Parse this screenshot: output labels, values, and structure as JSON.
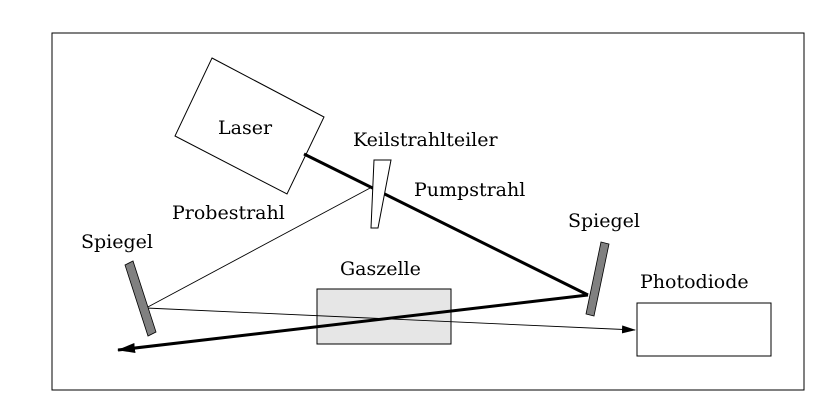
{
  "labels": {
    "laser": "Laser",
    "beam_splitter": "Keilstrahlteiler",
    "pump_beam": "Pumpstrahl",
    "probe_beam": "Probestrahl",
    "mirror_left": "Spiegel",
    "mirror_right": "Spiegel",
    "gas_cell": "Gaszelle",
    "photodiode": "Photodiode"
  },
  "colors": {
    "mirror_fill": "#808080",
    "gas_cell_fill": "#e6e6e6",
    "line": "#000000"
  }
}
